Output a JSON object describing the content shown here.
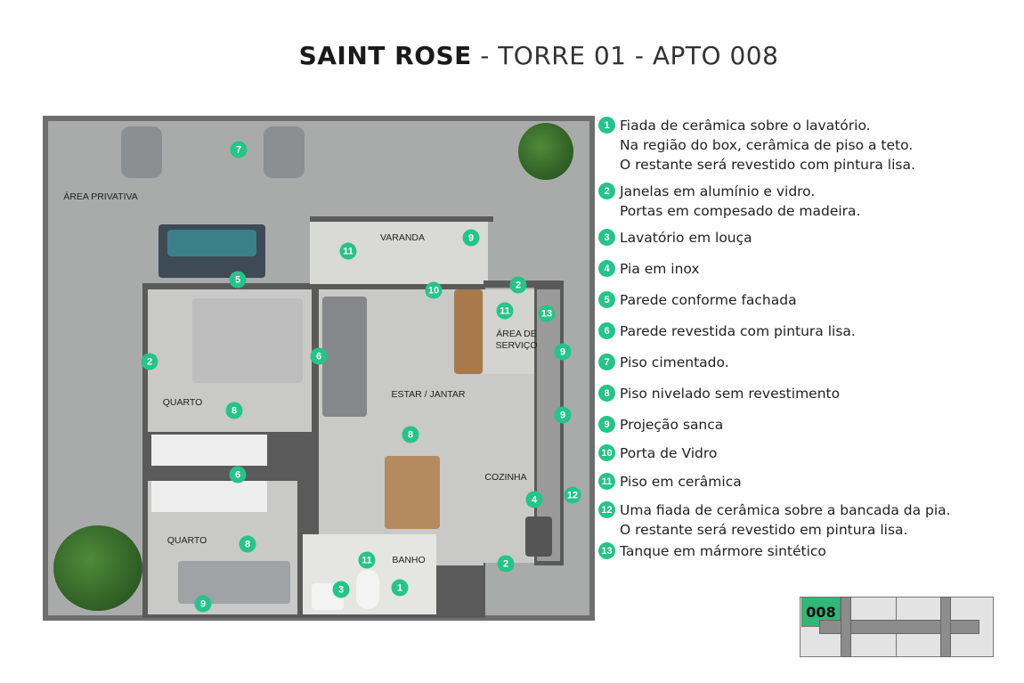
{
  "header": {
    "title_bold": "SAINT ROSE",
    "title_rest": " - TORRE 01 - APTO 008"
  },
  "plan": {
    "rooms": {
      "area_privativa": "ÁREA PRIVATIVA",
      "varanda": "VARANDA",
      "area_servico_1": "ÁREA DE",
      "area_servico_2": "SERVIÇO",
      "estar_jantar": "ESTAR / JANTAR",
      "quarto_1": "QUARTO",
      "cozinha": "COZINHA",
      "quarto_2": "QUARTO",
      "banho": "BANHO"
    },
    "markers": [
      "7",
      "11",
      "9",
      "5",
      "10",
      "2",
      "11",
      "13",
      "9",
      "2",
      "6",
      "8",
      "9",
      "8",
      "6",
      "4",
      "12",
      "8",
      "11",
      "2",
      "3",
      "1",
      "9"
    ]
  },
  "legend": [
    {
      "n": "1",
      "text": "Fiada de cerâmica sobre o lavatório.\nNa região do box, cerâmica de piso a teto.\nO restante será revestido com pintura lisa."
    },
    {
      "n": "2",
      "text": "Janelas em alumínio e vidro.\nPortas em compesado de madeira."
    },
    {
      "n": "3",
      "text": "Lavatório em louça"
    },
    {
      "n": "4",
      "text": "Pia em inox"
    },
    {
      "n": "5",
      "text": "Parede conforme fachada"
    },
    {
      "n": "6",
      "text": "Parede revestida com pintura lisa."
    },
    {
      "n": "7",
      "text": "Piso cimentado."
    },
    {
      "n": "8",
      "text": "Piso nivelado sem revestimento"
    },
    {
      "n": "9",
      "text": "Projeção sanca"
    },
    {
      "n": "10",
      "text": "Porta de Vidro"
    },
    {
      "n": "11",
      "text": "Piso em cerâmica"
    },
    {
      "n": "12",
      "text": "Uma fiada de cerâmica sobre a bancada da pia.\nO restante será revestido em pintura lisa."
    },
    {
      "n": "13",
      "text": "Tanque em mármore sintético"
    }
  ],
  "keyplan": {
    "unit_label": "008",
    "highlight_color": "#2fb877"
  },
  "colors": {
    "accent": "#24c48a"
  }
}
